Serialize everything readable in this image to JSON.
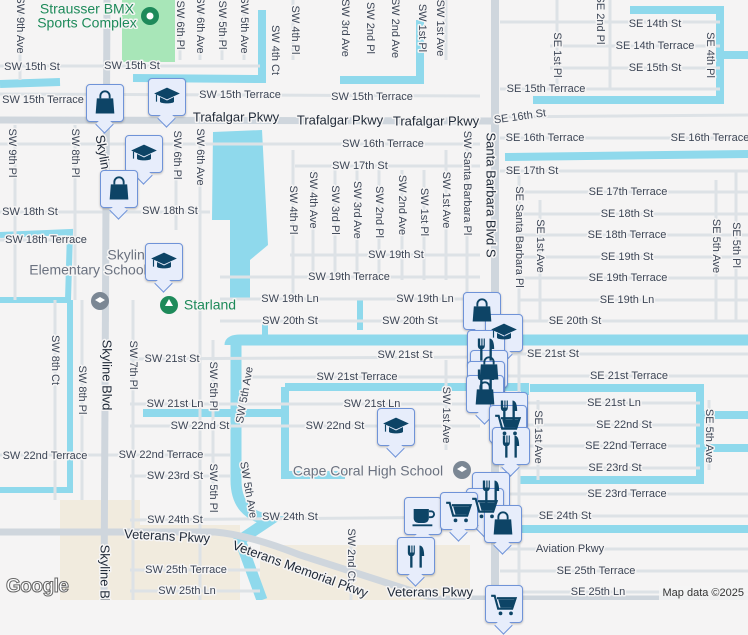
{
  "map": {
    "colors": {
      "background": "#f5f4f4",
      "water": "#8fd9ec",
      "park": "#a8e6b8",
      "road": "#dde2e6",
      "major_road": "#cfd6dd",
      "marker_bg": "#e7edfb",
      "marker_icon": "#0d4466"
    },
    "pois": [
      "Strausser BMX",
      "Sports Complex",
      "Skyline",
      "Elementary School",
      "Starland",
      "Cape Coral High School"
    ],
    "major_roads": [
      "Trafalgar Pkwy",
      "Trafalgar Pkwy",
      "Trafalgar Pkwy",
      "Skyline Blvd",
      "Skyline Blvd",
      "Skyline Blvd",
      "Santa Barbara Blvd S",
      "Veterans Pkwy",
      "Veterans Memorial Pkwy",
      "Veterans Pkwy"
    ],
    "streets": [
      "SW 15th St",
      "SW 15th St",
      "SW 15th Terrace",
      "SW 15th Terrace",
      "SW 15th Terrace",
      "SE 15th Terrace",
      "SE 16th St",
      "SE 14th St",
      "SE 14th Terrace",
      "SE 15th St",
      "SE 16th Terrace",
      "SE 16th Terrace",
      "SW 16th Terrace",
      "SW 17th St",
      "SE 17th St",
      "SE 17th Terrace",
      "SE 18th St",
      "SE 18th Terrace",
      "SE 19th St",
      "SE 19th Terrace",
      "SE 19th Ln",
      "SE 20th St",
      "SW 18th St",
      "SW 18th St",
      "SW 18th Terrace",
      "SW 19th St",
      "SW 19th Terrace",
      "SW 19th Ln",
      "SW 19th Ln",
      "SW 20th St",
      "SW 20th St",
      "SW 21st St",
      "SW 21st St",
      "SE 21st St",
      "SW 21st Terrace",
      "SE 21st Terrace",
      "SW 21st Ln",
      "SW 21st Ln",
      "SE 21st Ln",
      "SW 22nd St",
      "SW 22nd St",
      "SE 22nd St",
      "SW 22nd Terrace",
      "SW 22nd Terrace",
      "SE 22nd Terrace",
      "SW 23rd St",
      "SE 23rd St",
      "SE 23rd Terrace",
      "SW 24th St",
      "SW 24th St",
      "SE 24th St",
      "Aviation Pkwy",
      "SW 25th Terrace",
      "SE 25th Terrace",
      "SW 25th Ln",
      "SE 25th Ln",
      "SW 9th Ave",
      "SW 6th Pl",
      "SW 6th Ave",
      "SW 5th Pl",
      "SW 5th Ave",
      "SW 4th Pl",
      "SW 4th Ct",
      "SW 3rd Ave",
      "SW 2nd Pl",
      "SW 2nd Ave",
      "SW 1st Pl",
      "SW 1st Ave",
      "SE 1st Pl",
      "SE 4th Pl",
      "SE 2nd Pl",
      "SW 9th Pl",
      "SW 8th Pl",
      "SW 6th Pl",
      "SW 6th Ave",
      "SW 4th Pl",
      "SW 4th Ave",
      "SW 3rd Pl",
      "SW 3rd Ave",
      "SW 2nd Pl",
      "SW 2nd Ave",
      "SW 1st Pl",
      "SW 1st Ave",
      "SW Santa Barbara Pl",
      "SE Santa Barbara Pl",
      "SE 1st Ave",
      "SE 5th Ave",
      "SE 5th Pl",
      "SW 8th Ct",
      "SW 8th Pl",
      "SW 7th Pl",
      "SW 5th Pl",
      "SW 5th Ave",
      "SW 5th Pl",
      "SW 5th Ave",
      "SW 1st Ave",
      "SE 1st Ave",
      "SE 5th Ave",
      "SW 2nd Ct"
    ],
    "markers": [
      "shopping-bag",
      "school",
      "school",
      "shopping-bag",
      "school",
      "shopping-bag",
      "school",
      "restaurant",
      "shopping-bag",
      "restaurant",
      "shopping-bag",
      "restaurant",
      "shopping-cart",
      "restaurant",
      "school",
      "restaurant",
      "shopping-cart",
      "cafe",
      "shopping-cart",
      "shopping-bag",
      "restaurant",
      "shopping-cart"
    ],
    "logo": "Google",
    "attribution": "Map data ©2025"
  }
}
